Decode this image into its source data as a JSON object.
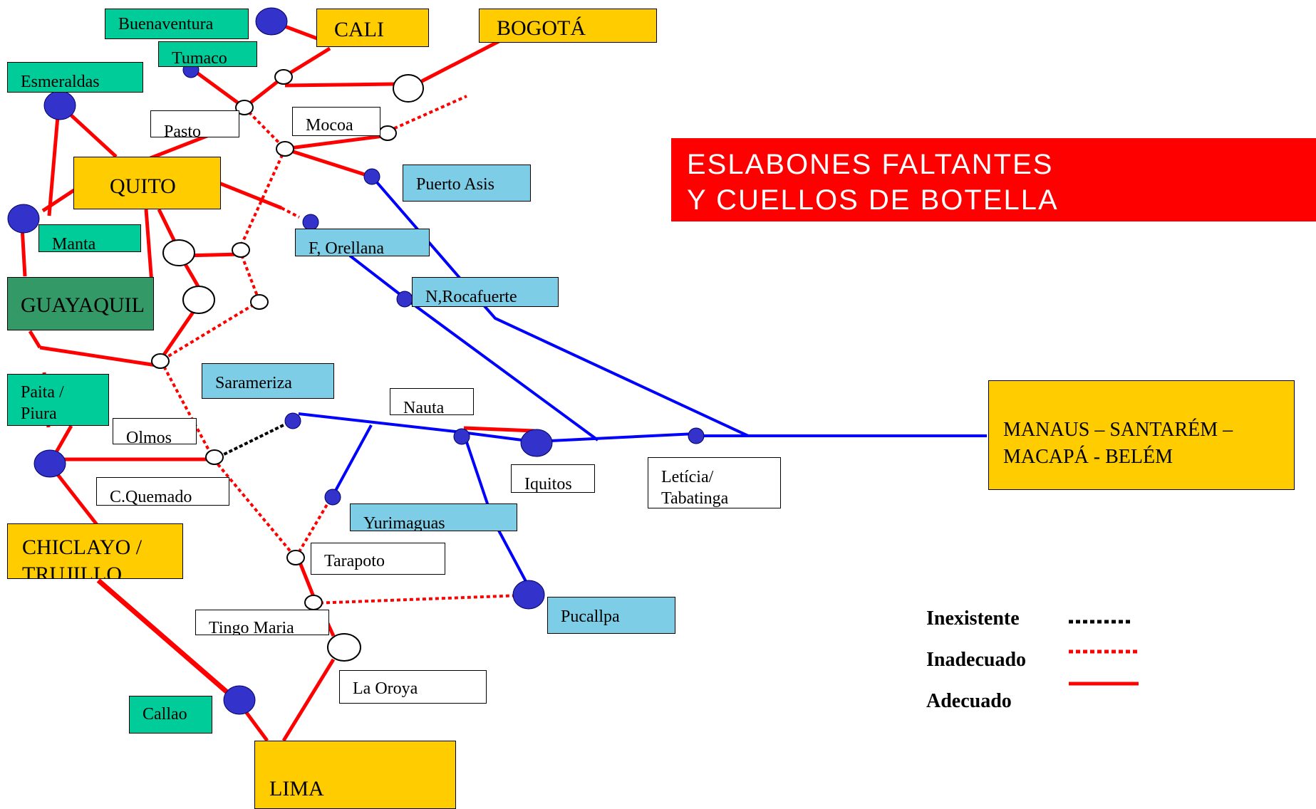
{
  "title": {
    "line1": "ESLABONES FALTANTES",
    "line2": "Y CUELLOS DE BOTELLA"
  },
  "colors": {
    "city": "#ffcc00",
    "port": "#00cc99",
    "port_dark": "#339966",
    "river_node": "#7ecde6",
    "banner": "#ff0000",
    "road": "#ff0000",
    "waterway": "#0000ff",
    "port_node": "#3333cc",
    "missing": "#000000"
  },
  "labels": {
    "buenaventura": "Buenaventura",
    "cali": "CALI",
    "bogota": "BOGOTÁ",
    "tumaco": "Tumaco",
    "esmeraldas": "Esmeraldas",
    "pasto": "Pasto",
    "mocoa": "Mocoa",
    "quito": "QUITO",
    "puerto_asis": "Puerto Asis",
    "manta": "Manta",
    "f_orellana": "F, Orellana",
    "guayaquil": "GUAYAQUIL",
    "n_rocafuerte": "N,Rocafuerte",
    "paita_l1": "Paita /",
    "paita_l2": "Piura",
    "sarameriza": "Sarameriza",
    "nauta": "Nauta",
    "olmos": "Olmos",
    "manaus_l1": "MANAUS – SANTARÉM –",
    "manaus_l2": "MACAPÁ - BELÉM",
    "iquitos": "Iquitos",
    "leticia_l1": "Letícia/",
    "leticia_l2": "Tabatinga",
    "c_quemado": "C.Quemado",
    "chiclayo_l1": "CHICLAYO /",
    "chiclayo_l2": "TRUJILLO",
    "yurimaguas": "Yurimaguas",
    "tarapoto": "Tarapoto",
    "pucallpa": "Pucallpa",
    "tingo_maria": "Tingo Maria",
    "la_oroya": "La Oroya",
    "callao": "Callao",
    "lima": "LIMA"
  },
  "legend": {
    "items": [
      {
        "label": "Inexistente",
        "style": "dotted",
        "color": "#000000"
      },
      {
        "label": "Inadecuado",
        "style": "dotted",
        "color": "#ff0000"
      },
      {
        "label": "Adecuado",
        "style": "solid",
        "color": "#ff0000"
      }
    ]
  }
}
